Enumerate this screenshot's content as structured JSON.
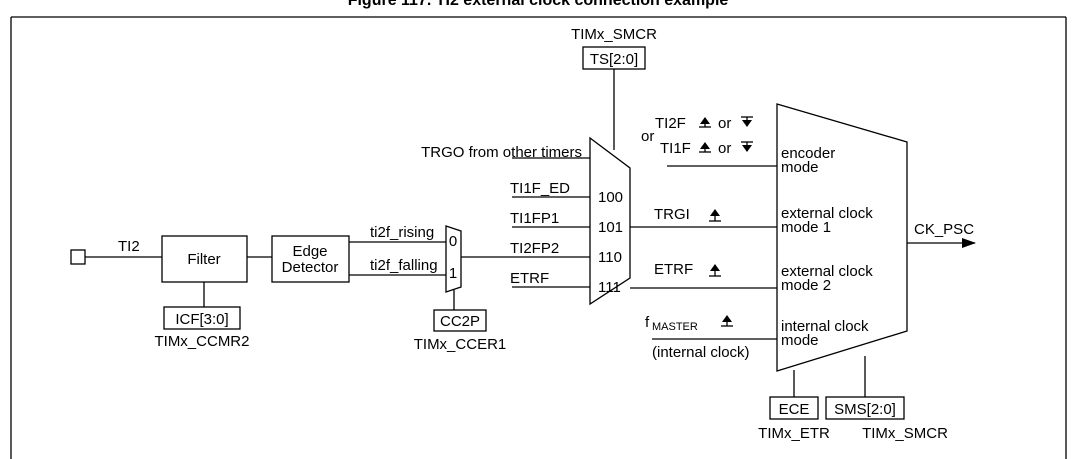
{
  "figure": {
    "caption": "Figure 117. TI2 external clock connection example"
  },
  "blocks": {
    "input": "TI2",
    "filter": "Filter",
    "edge_detector_line1": "Edge",
    "edge_detector_line2": "Detector",
    "filter_reg_field": "ICF[3:0]",
    "filter_reg": "TIMx_CCMR2",
    "polarity_field": "CC2P",
    "polarity_reg": "TIMx_CCER1",
    "trigger_sel_reg": "TIMx_SMCR",
    "trigger_sel_field": "TS[2:0]",
    "ece_field": "ECE",
    "ece_reg": "TIMx_ETR",
    "sms_field": "SMS[2:0]",
    "sms_reg": "TIMx_SMCR",
    "output": "CK_PSC"
  },
  "signals": {
    "ti2f_rising": "ti2f_rising",
    "ti2f_falling": "ti2f_falling",
    "mux1_in0": "0",
    "mux1_in1": "1",
    "trgo": "TRGO from other timers",
    "ti1f_ed": "TI1F_ED",
    "ti1fp1": "TI1FP1",
    "ti2fp2": "TI2FP2",
    "etrf": "ETRF",
    "code_100": "100",
    "code_101": "101",
    "code_110": "110",
    "code_111": "111",
    "trgi": "TRGI",
    "etrf2": "ETRF",
    "or_word": "or",
    "ti2f": "TI2F",
    "ti1f": "TI1F",
    "or1": "or",
    "or2": "or",
    "fmaster_f": "f",
    "fmaster_sub": "MASTER",
    "internal_clock": "(internal clock)"
  },
  "modes": {
    "encoder_1": "encoder",
    "encoder_2": "mode",
    "ext1_1": "external clock",
    "ext1_2": "mode 1",
    "ext2_1": "external clock",
    "ext2_2": "mode 2",
    "int_1": "internal clock",
    "int_2": "mode"
  }
}
